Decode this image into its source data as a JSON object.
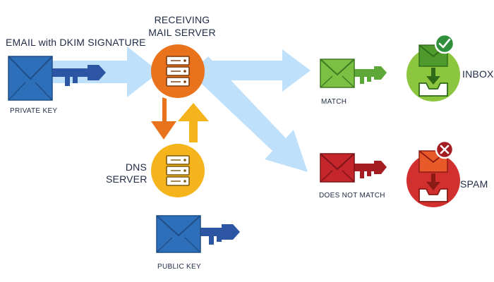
{
  "labels": {
    "email_signature": "EMAIL with DKIM SIGNATURE",
    "private_key": "PRIVATE KEY",
    "receiving_line1": "RECEIVING",
    "receiving_line2": "MAIL SERVER",
    "dns_line1": "DNS",
    "dns_line2": "SERVER",
    "public_key": "PUBLIC KEY",
    "match": "MATCH",
    "does_not_match": "DOES NOT MATCH",
    "inbox": "INBOX",
    "spam": "SPAM"
  },
  "colors": {
    "flow_arrow": "#bfe0fb",
    "envelope_blue": "#2e6fb9",
    "key_blue": "#2c56a4",
    "server_orange": "#e8731c",
    "dns_yellow": "#f5b31c",
    "match_green": "#5ea83a",
    "inbox_green": "#8cc63f",
    "mismatch_red": "#c4262c",
    "spam_red": "#d22f2f"
  },
  "icons": {
    "sender_envelope": "envelope-icon",
    "sender_key": "key-icon",
    "receiving_server": "server-icon",
    "dns_server": "server-icon",
    "public_envelope": "envelope-icon",
    "public_key": "key-icon",
    "match_envelope": "envelope-icon",
    "mismatch_envelope": "envelope-icon",
    "inbox": "inbox-icon",
    "spam": "inbox-icon",
    "inbox_badge": "check-icon",
    "spam_badge": "x-icon"
  }
}
